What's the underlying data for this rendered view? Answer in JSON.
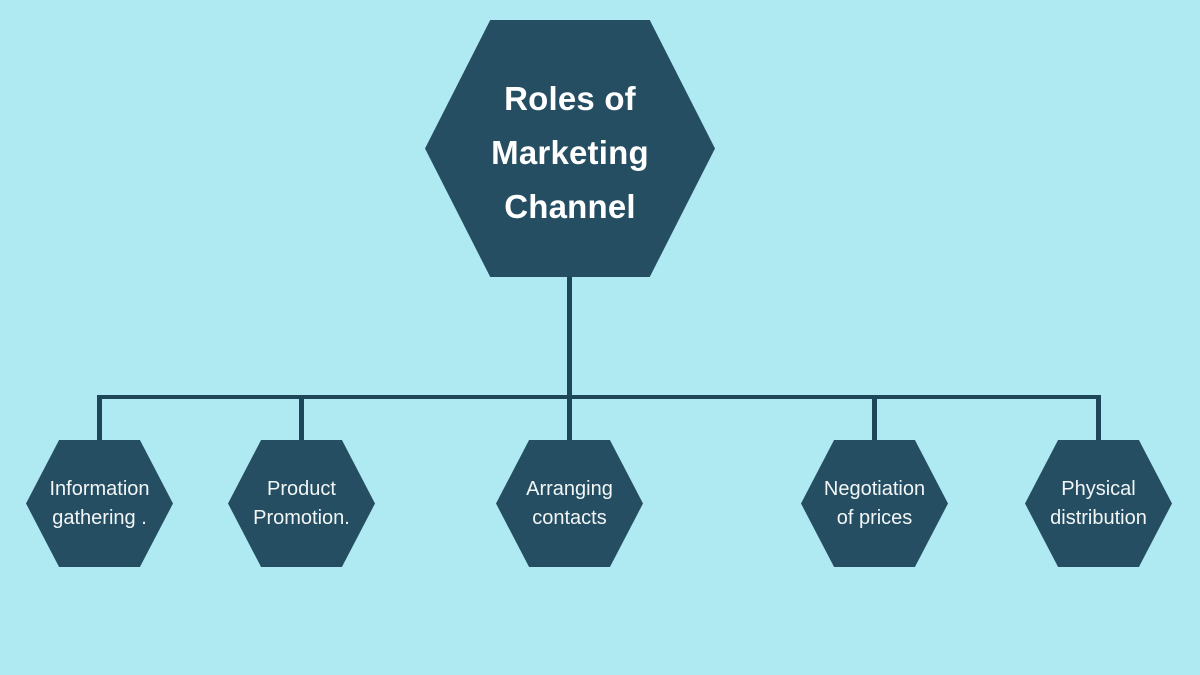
{
  "colors": {
    "background": "#AFE9F1",
    "node": "#254E63",
    "connector": "#1D4659",
    "title_text": "#FFFFFF",
    "node_text": "#F2F6F6"
  },
  "diagram": {
    "root": {
      "label": "Roles of\nMarketing\nChannel"
    },
    "children": [
      {
        "label": "Information\ngathering ."
      },
      {
        "label": "Product\nPromotion."
      },
      {
        "label": "Arranging\ncontacts"
      },
      {
        "label": "Negotiation\nof prices"
      },
      {
        "label": "Physical\ndistribution"
      }
    ]
  }
}
